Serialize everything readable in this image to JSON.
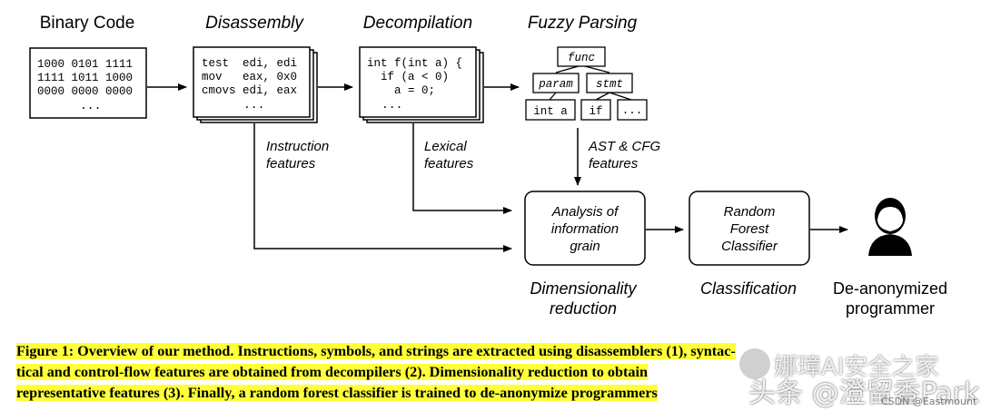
{
  "stages": {
    "binary": {
      "title": "Binary Code",
      "lines": [
        "1000 0101 1111",
        "1111 1011 1000",
        "0000 0000 0000"
      ],
      "more": "..."
    },
    "disassembly": {
      "title": "Disassembly",
      "lines": [
        "test  edi, edi",
        "mov   eax, 0x0",
        "cmovs edi, eax"
      ],
      "more": "..."
    },
    "decompilation": {
      "title": "Decompilation",
      "lines": [
        "int f(int a) {",
        "  if (a < 0)",
        "    a = 0;"
      ],
      "more": "..."
    },
    "fuzzy": {
      "title": "Fuzzy Parsing",
      "tree": {
        "root": "func",
        "param": "param",
        "stmt": "stmt",
        "leaf1": "int a",
        "leaf2": "if",
        "leaf3": "..."
      }
    }
  },
  "features": {
    "instruction": [
      "Instruction",
      "features"
    ],
    "lexical": [
      "Lexical",
      "features"
    ],
    "ast_cfg": [
      "AST & CFG",
      "features"
    ]
  },
  "process": {
    "analysis": [
      "Analysis of",
      "information",
      "grain"
    ],
    "forest": [
      "Random",
      "Forest",
      "Classifier"
    ],
    "dimensionality": [
      "Dimensionality",
      "reduction"
    ],
    "classification": "Classification",
    "deanon": [
      "De-anonymized",
      "programmer"
    ]
  },
  "caption": {
    "lines": [
      "Figure 1: Overview of our method. Instructions, symbols, and strings are extracted using disassemblers (1), syntac-",
      "tical and control-flow features are obtained from decompilers (2). Dimensionality reduction to obtain",
      "representative features (3). Finally, a random forest classifier is trained to de-anonymize programmers"
    ]
  },
  "watermark": {
    "line1": "娜璋AI安全之家",
    "line2": "头条 @澄留香Park",
    "line3": "CSDN @Eastmount"
  },
  "colors": {
    "stroke": "#000000",
    "highlight": "#ffff3a",
    "icon": "#000000"
  }
}
